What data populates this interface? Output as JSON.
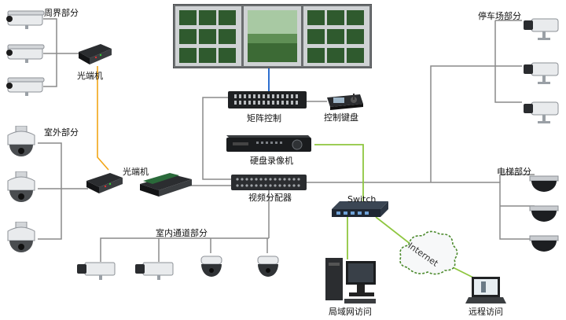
{
  "labels": {
    "perimeter": "周界部分",
    "outdoor": "室外部分",
    "optical1": "光端机",
    "optical2": "光端机",
    "matrix": "矩阵控制",
    "keyboard": "控制键盘",
    "dvr": "硬盘录像机",
    "splitter": "视频分配器",
    "switch": "Switch",
    "internet": "Internet",
    "parking": "停车场部分",
    "elevator": "电梯部分",
    "corridor": "室内通道部分",
    "lan": "局域网访问",
    "remote": "远程访问"
  },
  "colors": {
    "cable": "#8a8a8a",
    "fiber": "#f2a516",
    "network": "#8ec63f",
    "video_out": "#2e6fd0",
    "device_dark": "#1f2123",
    "camera_white": "#e9ebed"
  }
}
